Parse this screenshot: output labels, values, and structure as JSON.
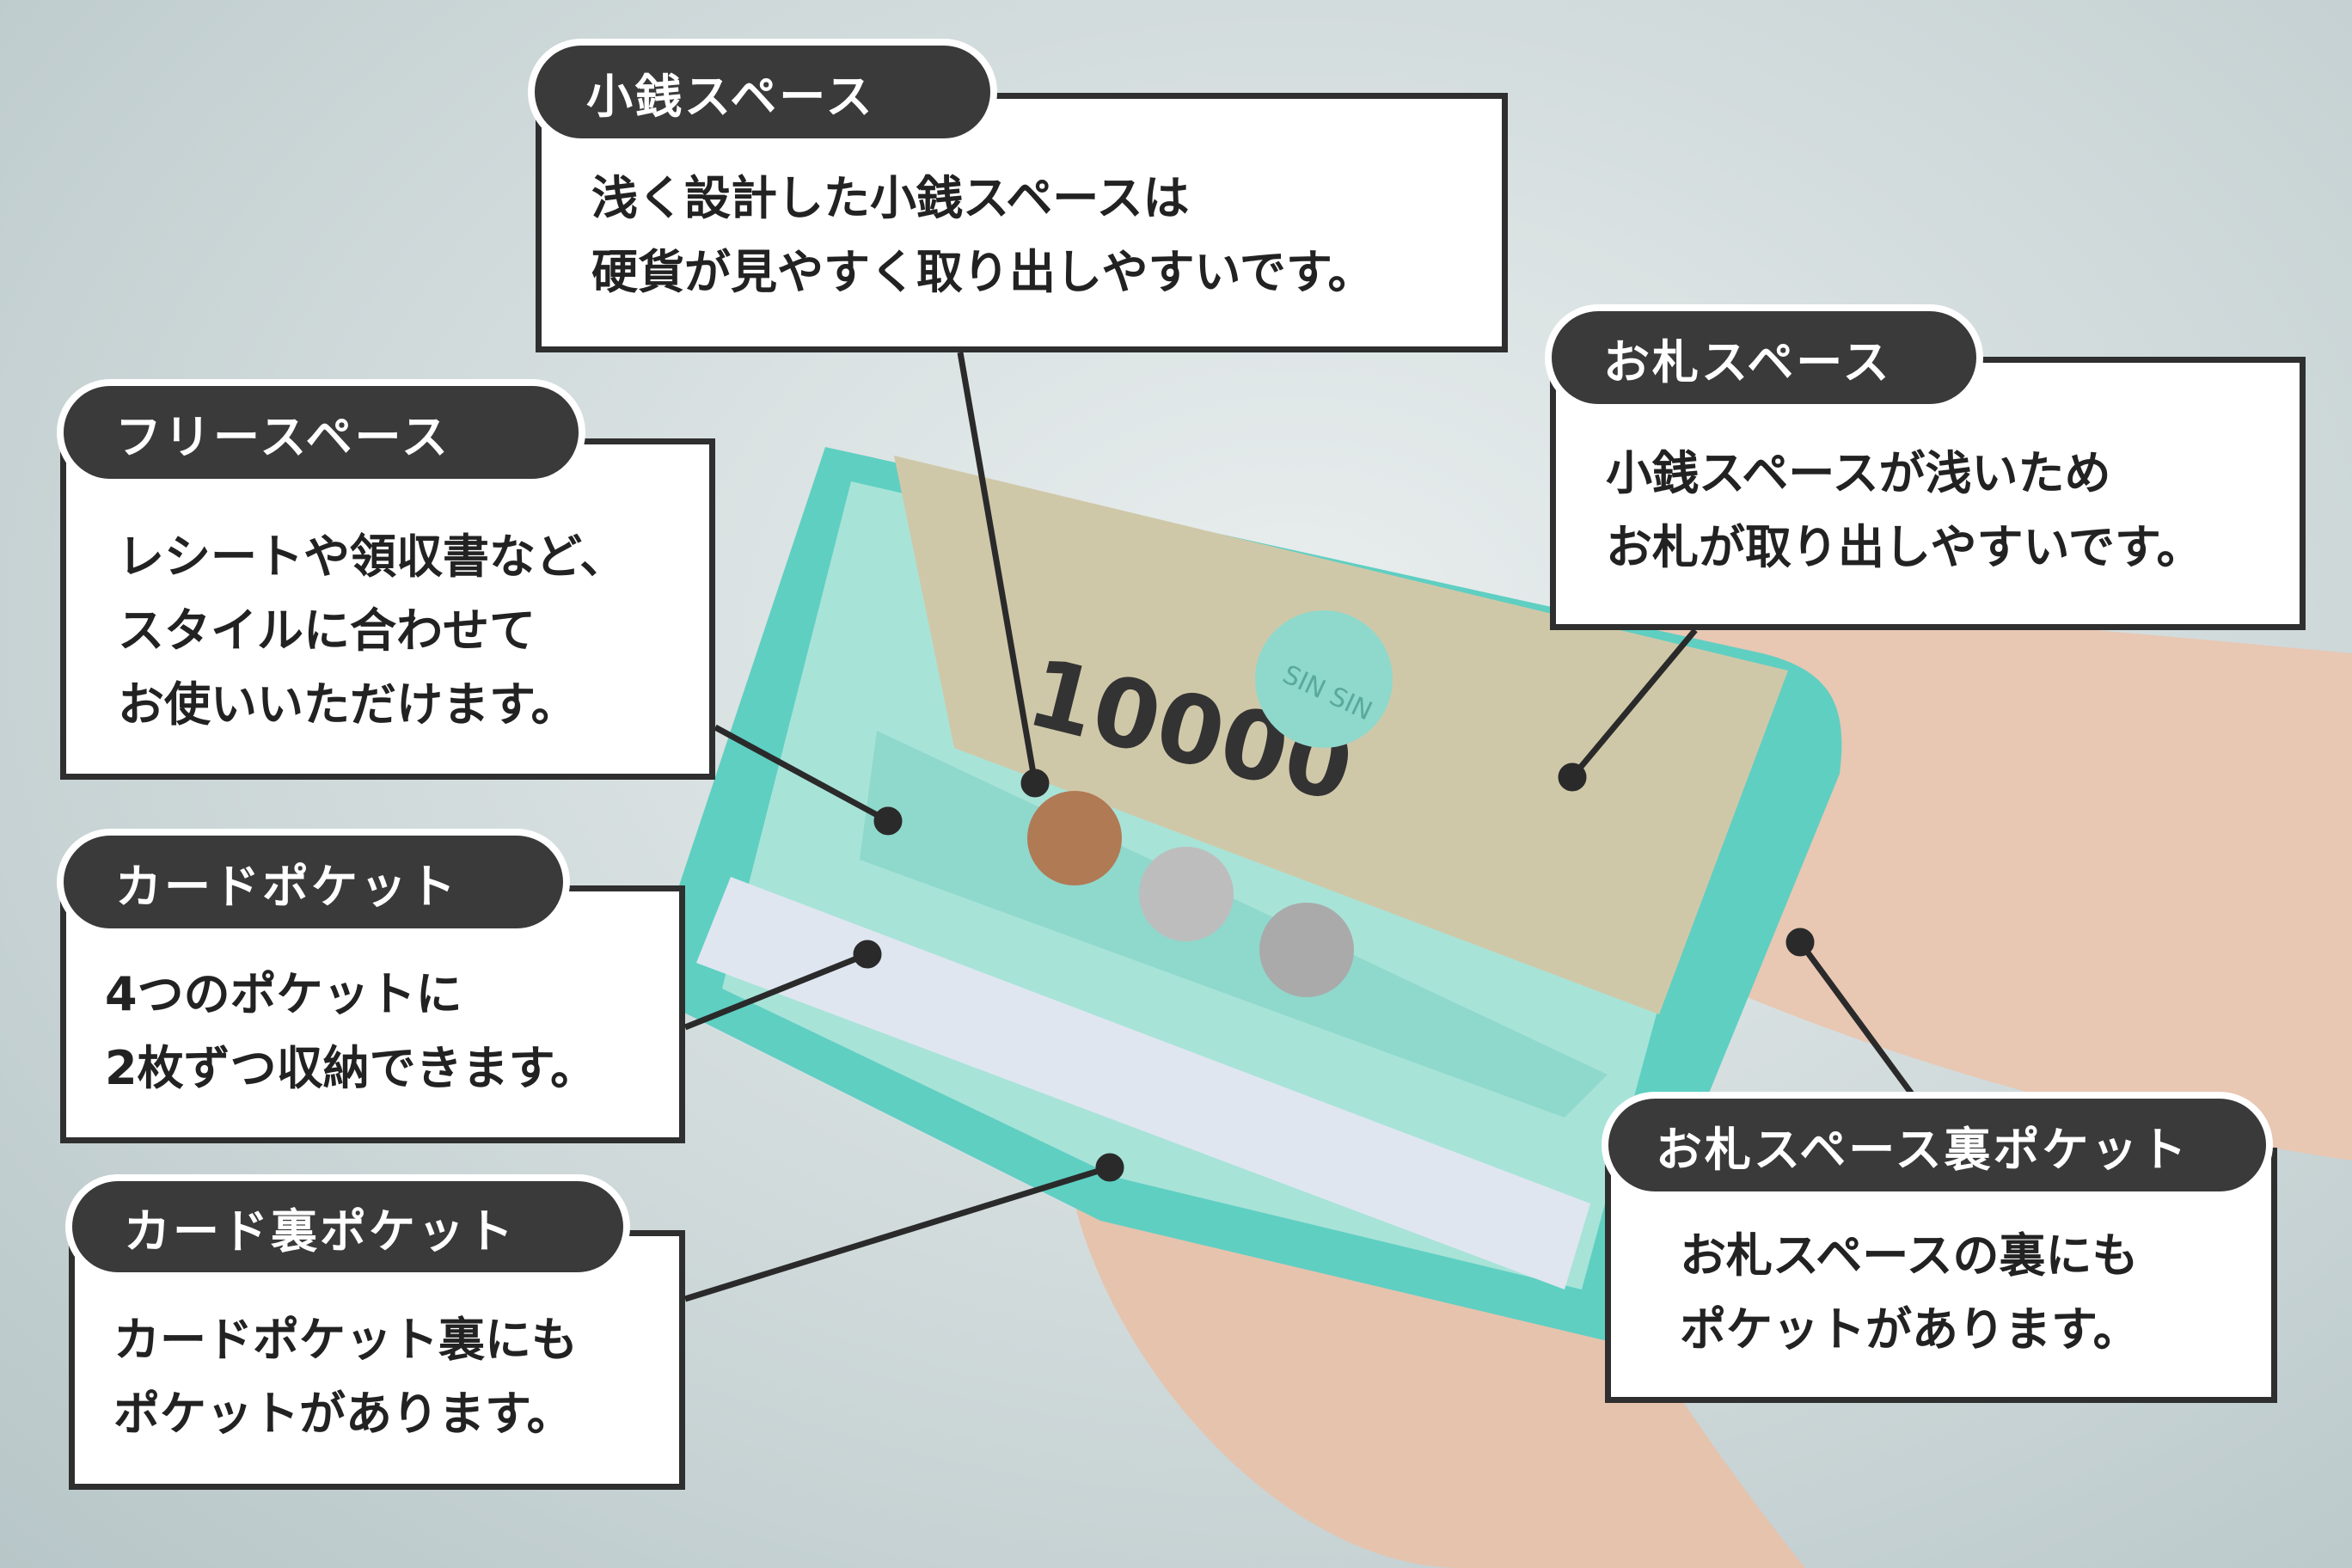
{
  "callouts": [
    {
      "id": "coin-space",
      "label": "小銭スペース",
      "lines": [
        "浅く設計した小銭スペースは",
        "硬貨が見やすく取り出しやすいです。"
      ]
    },
    {
      "id": "bill-space",
      "label": "お札スペース",
      "lines": [
        "小銭スペースが浅いため",
        "お札が取り出しやすいです。"
      ]
    },
    {
      "id": "free-space",
      "label": "フリースペース",
      "lines": [
        "レシートや領収書など、",
        "スタイルに合わせて",
        "お使いいただけます。"
      ]
    },
    {
      "id": "card-pocket",
      "label": "カードポケット",
      "lines": [
        "4つのポケットに",
        "2枚ずつ収納できます。"
      ]
    },
    {
      "id": "card-back-pocket",
      "label": "カード裏ポケット",
      "lines": [
        "カードポケット裏にも",
        "ポケットがあります。"
      ]
    },
    {
      "id": "bill-back-pocket",
      "label": "お札スペース裏ポケット",
      "lines": [
        "お札スペースの裏にも",
        "ポケットがあります。"
      ]
    }
  ],
  "colors": {
    "wallet": "#5fcfc2",
    "lining": "#a8e3d8",
    "label_bg": "#3a3a3a",
    "border": "#2f2f2f"
  },
  "photo": {
    "banknote_text": "10000",
    "brand_tag": "SIN SIN"
  }
}
